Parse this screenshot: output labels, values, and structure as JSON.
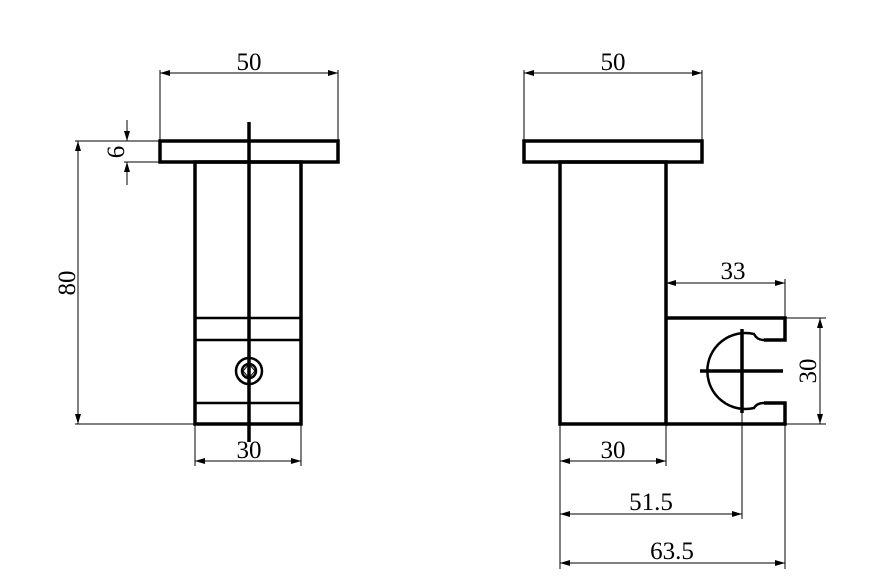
{
  "drawing": {
    "front_view": {
      "width_top": "50",
      "flange_thickness": "6",
      "height": "80",
      "width_body": "30"
    },
    "side_view": {
      "width_top": "50",
      "holder_length": "33",
      "holder_height": "30",
      "width_body": "30",
      "holder_center": "51.5",
      "total_depth": "63.5"
    }
  }
}
